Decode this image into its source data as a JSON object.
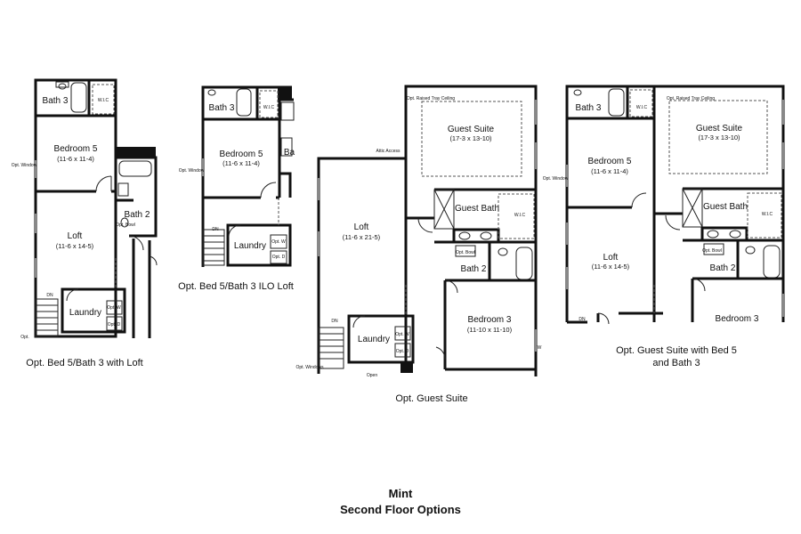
{
  "title": {
    "line1": "Mint",
    "line2": "Second Floor Options"
  },
  "plans": [
    {
      "caption": "Opt. Bed 5/Bath 3 with Loft",
      "rooms": {
        "bath3": "Bath 3",
        "wic": "W.I.C",
        "bedroom5": "Bedroom 5",
        "bedroom5_dim": "(11-6 x 11-4)",
        "window": "Opt. Window",
        "loft": "Loft",
        "loft_dim": "(11-6 x 14-5)",
        "bath2": "Bath 2",
        "bowl": "Opt. Bowl",
        "dn": "DN",
        "laundry": "Laundry",
        "opt_w": "Opt. W",
        "opt_d": "Opt. D",
        "opt": "Opt."
      }
    },
    {
      "caption": "Opt. Bed 5/Bath 3 ILO Loft",
      "rooms": {
        "bath3": "Bath 3",
        "wic": "W.I.C",
        "bedroom5": "Bedroom 5",
        "bedroom5_dim": "(11-6 x 11-4)",
        "window": "Opt. Window",
        "bath_cut": "Ba",
        "dn": "DN",
        "laundry": "Laundry",
        "opt_w": "Opt. W",
        "opt_d": "Opt. D"
      }
    },
    {
      "caption": "Opt. Guest Suite",
      "rooms": {
        "tray": "Opt. Raised Tray Ceiling",
        "guest_suite": "Guest Suite",
        "guest_suite_dim": "(17-3 x 13-10)",
        "attic": "Attic Access",
        "loft": "Loft",
        "loft_dim": "(11-6 x 21-5)",
        "guest_bath": "Guest Bath",
        "wic": "W.I.C",
        "bowl": "Opt. Bowl",
        "bath2": "Bath 2",
        "bedroom3": "Bedroom 3",
        "bedroom3_dim": "(11-10 x 11-10)",
        "dn": "DN",
        "laundry": "Laundry",
        "opt_w": "Opt. W",
        "opt_d": "Opt. D",
        "windows": "Opt. Windows",
        "open": "Open",
        "w": "W"
      }
    },
    {
      "caption_line1": "Opt. Guest Suite with Bed 5",
      "caption_line2": "and Bath 3",
      "rooms": {
        "bath3": "Bath 3",
        "wic": "W.I.C",
        "tray": "Opt. Raised Tray Ceiling",
        "guest_suite": "Guest Suite",
        "guest_suite_dim": "(17-3 x 13-10)",
        "bedroom5": "Bedroom 5",
        "bedroom5_dim": "(11-6 x 11-4)",
        "window": "Opt. Window",
        "guest_bath": "Guest Bath",
        "wic2": "W.I.C",
        "loft": "Loft",
        "loft_dim": "(11-6 x 14-5)",
        "bowl": "Opt. Bowl",
        "bath2": "Bath 2",
        "dn": "DN",
        "bedroom3": "Bedroom 3"
      }
    }
  ]
}
